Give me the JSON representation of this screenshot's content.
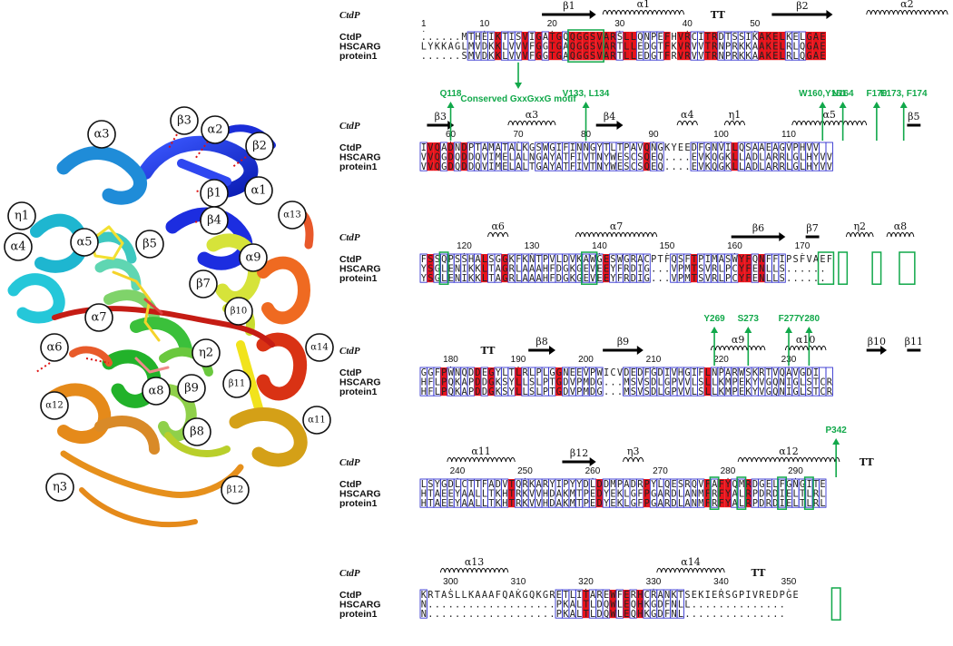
{
  "structure_labels": [
    {
      "id": "b3",
      "text": "β3"
    },
    {
      "id": "a2",
      "text": "α2"
    },
    {
      "id": "a3",
      "text": "α3"
    },
    {
      "id": "b2",
      "text": "β2"
    },
    {
      "id": "b1",
      "text": "β1"
    },
    {
      "id": "a1",
      "text": "α1"
    },
    {
      "id": "a13",
      "text": "α13"
    },
    {
      "id": "b4",
      "text": "β4"
    },
    {
      "id": "eta1",
      "text": "η1"
    },
    {
      "id": "a5",
      "text": "α5"
    },
    {
      "id": "b5",
      "text": "β5"
    },
    {
      "id": "a4",
      "text": "α4"
    },
    {
      "id": "a9",
      "text": "α9"
    },
    {
      "id": "b7",
      "text": "β7"
    },
    {
      "id": "a7",
      "text": "α7"
    },
    {
      "id": "b10",
      "text": "β10"
    },
    {
      "id": "a6",
      "text": "α6"
    },
    {
      "id": "eta2",
      "text": "η2"
    },
    {
      "id": "a14",
      "text": "α14"
    },
    {
      "id": "a12",
      "text": "α12"
    },
    {
      "id": "a8",
      "text": "α8"
    },
    {
      "id": "b9",
      "text": "β9"
    },
    {
      "id": "b11",
      "text": "β11"
    },
    {
      "id": "b8",
      "text": "β8"
    },
    {
      "id": "a11",
      "text": "α11"
    },
    {
      "id": "eta3",
      "text": "η3"
    },
    {
      "id": "b12",
      "text": "β12"
    }
  ],
  "alignment": {
    "names": [
      "CtdP",
      "HSCARG",
      "protein1"
    ],
    "ss_name": "CtdP",
    "blocks": [
      {
        "ss": [
          {
            "t": "β1"
          },
          {
            "t": "α1"
          },
          {
            "t": "TT"
          },
          {
            "t": "β2"
          },
          {
            "t": "α2"
          }
        ],
        "ruler": [
          "1",
          "10",
          "20",
          "30",
          "40",
          "50"
        ],
        "rows": [
          "......MTHEIKTISVIGATGQQGGSVARSLLQNPEFHVRCITRDTSSIKAKELKELGAE",
          "LYKKAGLMVDKKLVVVFGGTGAQGGSVARTLLEDGTFKVRVVTRNPRKKAAKELRLQGAE",
          "......SMVDKKLVVVFGGTGAQGGSVARTLLEDGTFRVRVVTRNPRKKAAKELRLQGAE"
        ],
        "annotations": [
          {
            "text": "Conserved GxxGxxG motif"
          }
        ]
      },
      {
        "ss": [
          {
            "t": "β3"
          },
          {
            "t": "α3"
          },
          {
            "t": "β4"
          },
          {
            "t": "α4"
          },
          {
            "t": "η1"
          },
          {
            "t": "α5"
          },
          {
            "t": "β5"
          }
        ],
        "ruler": [
          "60",
          "70",
          "80",
          "90",
          "100",
          "110"
        ],
        "rows": [
          "IVQADNDPTAMATALKGSWGIFINNGYTLTPAVQNGKYEEDFGNVILQSAAEAGVPHVV",
          "VVQGDQDDQVIMELALNGAYATFIVTNYWESCSQEQ....EVKQGKLLADLARRLGLHYVV",
          "VVQGDQDDQVIMELALTGAYATFIVTNYWESCSQEQ....EVKQGKLLADLARRLGLHYVV"
        ],
        "annotations": [
          {
            "text": "Q118"
          },
          {
            "text": "V133, L134"
          },
          {
            "text": "W160,Y161"
          },
          {
            "text": "N164"
          },
          {
            "text": "F170"
          },
          {
            "text": "E173, F174"
          }
        ]
      },
      {
        "ss": [
          {
            "t": "α6"
          },
          {
            "t": "α7"
          },
          {
            "t": "β6"
          },
          {
            "t": "β7"
          },
          {
            "t": "η2"
          },
          {
            "t": "α8"
          }
        ],
        "ruler": [
          "120",
          "130",
          "140",
          "150",
          "160",
          "170"
        ],
        "rows": [
          "FSSQPSSHALSGGKFKNTPVLDVKAWGESWGRACPTFQSFTPIMASWYFQNFFIPSFVAEF",
          "YSGLENIKKLTAGRLAAAHFDGKGEVEEYFRDIG...VPMTSVRLPCYFENLLS......",
          "YSGLENIKKLTAGRLAAAHFDGKGEVEEYFRDIG...VPMTSVRLPCYFENLLS......"
        ],
        "annotations": []
      },
      {
        "ss": [
          {
            "t": "TT"
          },
          {
            "t": "β8"
          },
          {
            "t": "β9"
          },
          {
            "t": "α9"
          },
          {
            "t": "α10"
          },
          {
            "t": "β10"
          },
          {
            "t": "β11"
          }
        ],
        "ruler": [
          "180",
          "190",
          "200",
          "210",
          "220",
          "230"
        ],
        "rows": [
          "GGFPWNQDDEGYLTLRLPLGGNEEVPWICVDEDFGDIVHGIFLNPARWSKRTVQAVGDI",
          "HFLPQKAPDDGKSYLLSLPTGDVPMDG...MSVSDLGPVVLSLLKMPEKYVGQNIGLSTCR",
          "HFLPQKAPDDGKSYLLSLPTGDVPMDG...MSVSDLGPVVLSLLKMPEKYVGQNIGLSTCR"
        ],
        "annotations": [
          {
            "text": "Y269"
          },
          {
            "text": "S273"
          },
          {
            "text": "F277"
          },
          {
            "text": "Y280"
          }
        ]
      },
      {
        "ss": [
          {
            "t": "α11"
          },
          {
            "t": "β12"
          },
          {
            "t": "η3"
          },
          {
            "t": "α12"
          },
          {
            "t": "TT"
          }
        ],
        "ruler": [
          "240",
          "250",
          "260",
          "270",
          "280",
          "290"
        ],
        "rows": [
          "LSYGDLCTTFADVTQRKARYIPYYDLDDMPADRPYLQESRQVFAFYQMRDGELFGNGITE",
          "HTAEEYAALLTKHTRKVVHDAKMTPEDYEKLGFPGARDLANMFRFYALRPDRDIELTLRL",
          "HTAEEYAALLTKHTRKVVHDAKMTPEDYEKLGFPGARDLANMFRFYALRPDRDIELTLRL"
        ],
        "annotations": [
          {
            "text": "P342"
          }
        ]
      },
      {
        "ss": [
          {
            "t": "α13"
          },
          {
            "t": "α14"
          },
          {
            "t": "TT"
          }
        ],
        "ruler": [
          "300",
          "310",
          "320",
          "330",
          "340",
          "350"
        ],
        "rows": [
          "KRTASLLKAAAFQAKGQKGRETLITAREWFERHCRANKTSEKIERSGPIVREDPGE",
          "N...................PKALTLDQWLEQHKGDFNLL..............",
          "N...................PKALTLDQWLEQHKGDFNL..............."
        ],
        "annotations": []
      }
    ]
  },
  "colors": {
    "conserved_bg": "#e8141c",
    "similar_box": "#3434d0",
    "similar_text": "#d8202a",
    "annotation": "#11a84a"
  }
}
